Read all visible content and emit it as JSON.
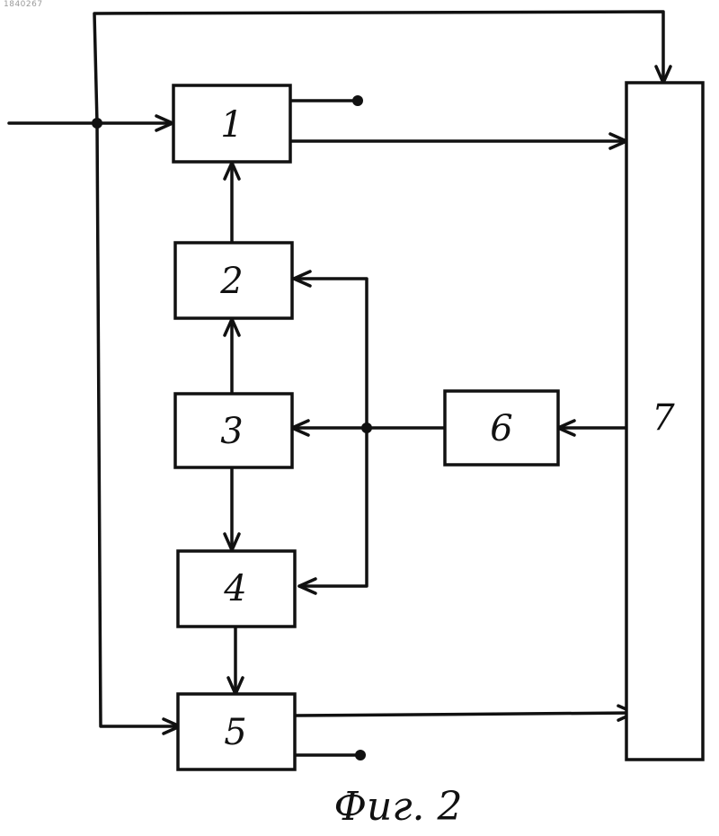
{
  "document": {
    "id": "1840267",
    "caption": "Фиг. 2"
  },
  "blocks": {
    "b1": "1",
    "b2": "2",
    "b3": "3",
    "b4": "4",
    "b5": "5",
    "b6": "6",
    "b7": "7"
  },
  "colors": {
    "ink": "#111111",
    "paper": "#ffffff"
  }
}
